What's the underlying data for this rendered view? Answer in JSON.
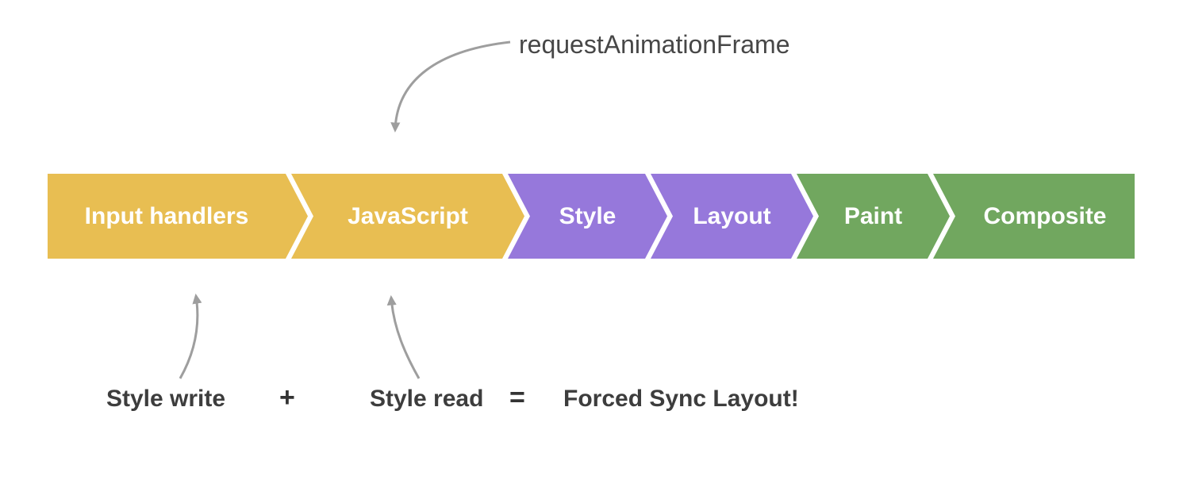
{
  "colors": {
    "background": "#ffffff",
    "segment_yellow": "#e8be52",
    "segment_purple": "#9678db",
    "segment_green": "#71a75f",
    "segment_text": "#ffffff",
    "arrow_gray": "#9e9e9e",
    "annotation_text": "#474747",
    "equation_text": "#3d3d3d"
  },
  "raf_annotation": {
    "label": "requestAnimationFrame"
  },
  "pipeline": {
    "segments": [
      {
        "id": "input-handlers",
        "label": "Input handlers",
        "color": "#e8be52"
      },
      {
        "id": "javascript",
        "label": "JavaScript",
        "color": "#e8be52"
      },
      {
        "id": "style",
        "label": "Style",
        "color": "#9678db"
      },
      {
        "id": "layout",
        "label": "Layout",
        "color": "#9678db"
      },
      {
        "id": "paint",
        "label": "Paint",
        "color": "#71a75f"
      },
      {
        "id": "composite",
        "label": "Composite",
        "color": "#71a75f"
      }
    ]
  },
  "equation": {
    "style_write": "Style write",
    "plus": "+",
    "style_read": "Style read",
    "equals": "=",
    "result": "Forced Sync Layout!"
  }
}
